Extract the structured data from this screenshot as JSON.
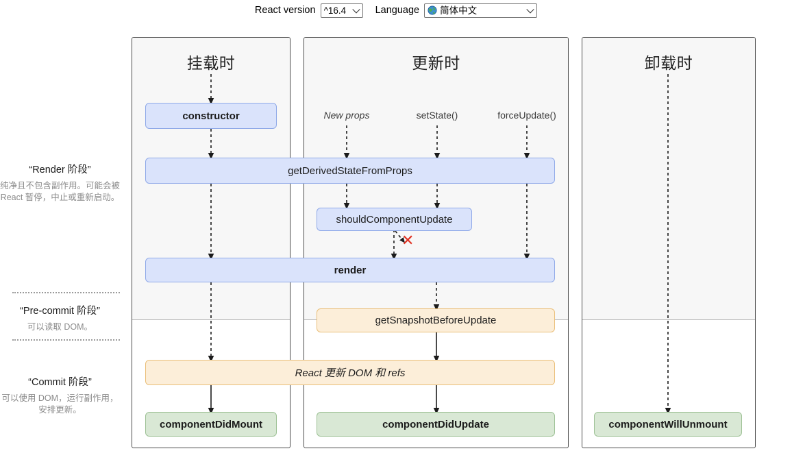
{
  "controls": {
    "version_label": "React version",
    "version_value": "^16.4",
    "language_label": "Language",
    "language_value": "简体中文",
    "language_icon": "globe-icon"
  },
  "columns": [
    {
      "id": "mount",
      "title": "挂载时"
    },
    {
      "id": "update",
      "title": "更新时"
    },
    {
      "id": "unmount",
      "title": "卸载时"
    }
  ],
  "phases": [
    {
      "id": "render",
      "title": "“Render 阶段”",
      "desc": "纯净且不包含副作用。可能会被 React 暂停，中止或重新启动。"
    },
    {
      "id": "pre-commit",
      "title": "“Pre-commit 阶段”",
      "desc": "可以读取 DOM。"
    },
    {
      "id": "commit",
      "title": "“Commit 阶段”",
      "desc": "可以使用 DOM，运行副作用，安排更新。"
    }
  ],
  "triggers": [
    {
      "id": "new-props",
      "label": "New props"
    },
    {
      "id": "set-state",
      "label": "setState()"
    },
    {
      "id": "force-update",
      "label": "forceUpdate()"
    }
  ],
  "nodes": {
    "constructor": "constructor",
    "get_derived_state_from_props": "getDerivedStateFromProps",
    "should_component_update": "shouldComponentUpdate",
    "render": "render",
    "get_snapshot_before_update": "getSnapshotBeforeUpdate",
    "react_updates_dom": "React 更新 DOM 和 refs",
    "component_did_mount": "componentDidMount",
    "component_did_update": "componentDidUpdate",
    "component_will_unmount": "componentWillUnmount"
  },
  "annotations": {
    "skip_update_mark": "✕"
  },
  "colors": {
    "blue_fill": "#dae3fb",
    "blue_border": "#8fa9e8",
    "orange_fill": "#fceed9",
    "orange_border": "#eabf79",
    "green_fill": "#d9e8d5",
    "green_border": "#9dc195",
    "panel_shade": "#f7f7f7",
    "x_mark": "#e03020"
  }
}
